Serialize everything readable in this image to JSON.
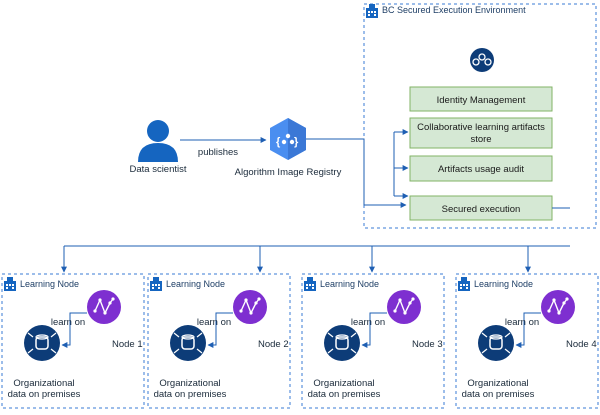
{
  "environment": {
    "title": "BC Secured Execution Environment",
    "services": [
      {
        "label": "Identity Management"
      },
      {
        "label_line1": "Collaborative learning artifacts",
        "label_line2": "store"
      },
      {
        "label": "Artifacts usage audit"
      },
      {
        "label": "Secured execution"
      }
    ],
    "colors": {
      "box_fill": "#d5e8d4",
      "box_stroke": "#82b366",
      "border": "#3a7bd5"
    }
  },
  "data_scientist": {
    "label": "Data scientist",
    "icon": "person-icon"
  },
  "publish": {
    "label": "publishes"
  },
  "registry": {
    "label": "Algorithm Image Registry",
    "icon": "registry-hexagon-icon"
  },
  "nodes": [
    {
      "title": "Learning Node",
      "node_label": "Node 1",
      "learn_label": "learn on",
      "data_line1": "Organizational",
      "data_line2": "data on premises"
    },
    {
      "title": "Learning Node",
      "node_label": "Node 2",
      "learn_label": "learn on",
      "data_line1": "Organizational",
      "data_line2": "data on premises"
    },
    {
      "title": "Learning Node",
      "node_label": "Node 3",
      "learn_label": "learn on",
      "data_line1": "Organizational",
      "data_line2": "data on premises"
    },
    {
      "title": "Learning Node",
      "node_label": "Node 4",
      "learn_label": "learn on",
      "data_line1": "Organizational",
      "data_line2": "data on premises"
    }
  ],
  "colors": {
    "primary": "#1565c0",
    "purple": "#7e2fd0",
    "navy": "#0d3c78",
    "arrow": "#1e5fb3"
  }
}
